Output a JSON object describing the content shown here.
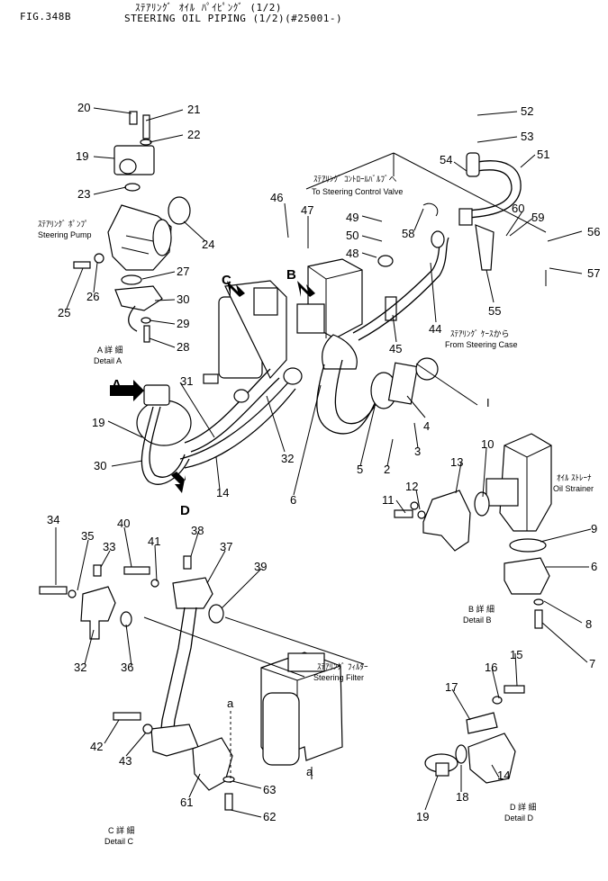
{
  "header": {
    "fig": "FIG.348B",
    "title_jp": "ｽﾃｱﾘﾝｸﾞ ｵｲﾙ ﾊﾟｲﾋﾟﾝｸﾞ (1/2)",
    "title_en": "STEERING OIL PIPING (1/2)(#25001-)"
  },
  "labels": {
    "steering_pump_jp": "ｽﾃｱﾘﾝｸﾞ ﾎﾟﾝﾌﾟ",
    "steering_pump": "Steering Pump",
    "control_valve_jp": "ｽﾃｱﾘﾝｸﾞ ｺﾝﾄﾛｰﾙﾊﾞﾙﾌﾞへ",
    "control_valve": "To Steering Control Valve",
    "steering_case_jp": "ｽﾃｱﾘﾝｸﾞ ｹｰｽから",
    "steering_case": "From Steering Case",
    "oil_strainer_jp": "ｵｲﾙ ｽﾄﾚｰﾅ",
    "oil_strainer": "Oil Strainer",
    "steering_filter_jp": "ｽﾃｱﾘﾝｸﾞ ﾌｨﾙﾀｰ",
    "steering_filter": "Steering Filter",
    "detail_a_jp": "A 詳 細",
    "detail_a": "Detail A",
    "detail_b_jp": "B 詳 細",
    "detail_b": "Detail B",
    "detail_c_jp": "C 詳 細",
    "detail_c": "Detail C",
    "detail_d_jp": "D 詳 細",
    "detail_d": "Detail D",
    "arrow_a": "A",
    "arrow_b": "B",
    "arrow_c": "C",
    "arrow_d": "D",
    "ref_a1": "a",
    "ref_a2": "a",
    "ref_i": "I"
  },
  "callouts": [
    {
      "id": "c20",
      "text": "20"
    },
    {
      "id": "c21",
      "text": "21"
    },
    {
      "id": "c22",
      "text": "22"
    },
    {
      "id": "c19a",
      "text": "19"
    },
    {
      "id": "c23",
      "text": "23"
    },
    {
      "id": "c24",
      "text": "24"
    },
    {
      "id": "c25",
      "text": "25"
    },
    {
      "id": "c26",
      "text": "26"
    },
    {
      "id": "c27",
      "text": "27"
    },
    {
      "id": "c30a",
      "text": "30"
    },
    {
      "id": "c29",
      "text": "29"
    },
    {
      "id": "c28",
      "text": "28"
    },
    {
      "id": "c52",
      "text": "52"
    },
    {
      "id": "c53",
      "text": "53"
    },
    {
      "id": "c54",
      "text": "54"
    },
    {
      "id": "c51",
      "text": "51"
    },
    {
      "id": "c46",
      "text": "46"
    },
    {
      "id": "c47",
      "text": "47"
    },
    {
      "id": "c49",
      "text": "49"
    },
    {
      "id": "c50",
      "text": "50"
    },
    {
      "id": "c48",
      "text": "48"
    },
    {
      "id": "c58",
      "text": "58"
    },
    {
      "id": "c60",
      "text": "60"
    },
    {
      "id": "c59",
      "text": "59"
    },
    {
      "id": "c56",
      "text": "56"
    },
    {
      "id": "c57",
      "text": "57"
    },
    {
      "id": "c55",
      "text": "55"
    },
    {
      "id": "c44",
      "text": "44"
    },
    {
      "id": "c45",
      "text": "45"
    },
    {
      "id": "c31",
      "text": "31"
    },
    {
      "id": "c19b",
      "text": "19"
    },
    {
      "id": "c30b",
      "text": "30"
    },
    {
      "id": "c14a",
      "text": "14"
    },
    {
      "id": "c32a",
      "text": "32"
    },
    {
      "id": "c6a",
      "text": "6"
    },
    {
      "id": "c5",
      "text": "5"
    },
    {
      "id": "c2",
      "text": "2"
    },
    {
      "id": "c3",
      "text": "3"
    },
    {
      "id": "c4",
      "text": "4"
    },
    {
      "id": "c10",
      "text": "10"
    },
    {
      "id": "c13",
      "text": "13"
    },
    {
      "id": "c12",
      "text": "12"
    },
    {
      "id": "c11",
      "text": "11"
    },
    {
      "id": "c9",
      "text": "9"
    },
    {
      "id": "c6b",
      "text": "6"
    },
    {
      "id": "c8",
      "text": "8"
    },
    {
      "id": "c7",
      "text": "7"
    },
    {
      "id": "c34",
      "text": "34"
    },
    {
      "id": "c35",
      "text": "35"
    },
    {
      "id": "c33",
      "text": "33"
    },
    {
      "id": "c40",
      "text": "40"
    },
    {
      "id": "c41",
      "text": "41"
    },
    {
      "id": "c38",
      "text": "38"
    },
    {
      "id": "c37",
      "text": "37"
    },
    {
      "id": "c39",
      "text": "39"
    },
    {
      "id": "c32b",
      "text": "32"
    },
    {
      "id": "c36",
      "text": "36"
    },
    {
      "id": "c42",
      "text": "42"
    },
    {
      "id": "c43",
      "text": "43"
    },
    {
      "id": "c61",
      "text": "61"
    },
    {
      "id": "c63",
      "text": "63"
    },
    {
      "id": "c62",
      "text": "62"
    },
    {
      "id": "c15",
      "text": "15"
    },
    {
      "id": "c16",
      "text": "16"
    },
    {
      "id": "c17",
      "text": "17"
    },
    {
      "id": "c14b",
      "text": "14"
    },
    {
      "id": "c18",
      "text": "18"
    },
    {
      "id": "c19c",
      "text": "19"
    }
  ]
}
